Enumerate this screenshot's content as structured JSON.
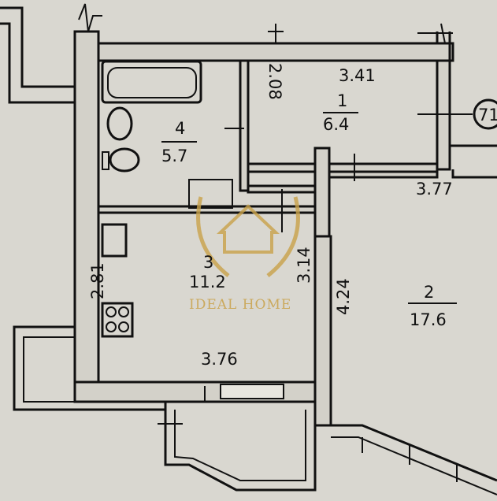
{
  "rooms": [
    {
      "number": "1",
      "area": "6.4"
    },
    {
      "number": "2",
      "area": "17.6"
    },
    {
      "number": "3",
      "area": "11.2"
    },
    {
      "number": "4",
      "area": "5.7"
    }
  ],
  "dimensions": {
    "room1_width": "3.41",
    "room4_height": "2.08",
    "room2_width": "3.77",
    "kitchen_height": "2.81",
    "kitchen_partition": "3.14",
    "room2_partition": "4.24",
    "kitchen_width": "3.76"
  },
  "marker": "71",
  "watermark": "IDEAL HOME",
  "colors": {
    "background": "#d9d7d0",
    "lines": "#111111",
    "watermark": "#c9a24a"
  }
}
